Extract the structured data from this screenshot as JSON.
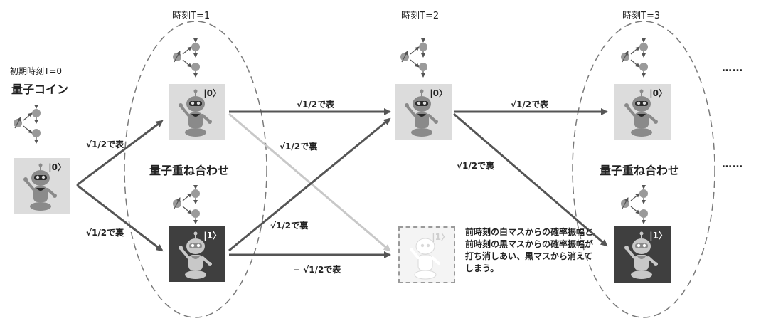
{
  "labels": {
    "initial_time": "初期時刻T=0",
    "quantum_coin": "量子コイン",
    "time_t1": "時刻T=1",
    "time_t2": "時刻T=2",
    "time_t3": "時刻T=3",
    "superposition_1": "量子重ね合わせ",
    "superposition_3": "量子重ね合わせ",
    "ellipsis_top": "……",
    "ellipsis_mid": "……"
  },
  "states": {
    "ket0": "|0〉",
    "ket1": "|1〉"
  },
  "amplitudes": {
    "t0_to_heads": "√1/2で表",
    "t0_to_tails": "√1/2で裏",
    "t1_0_to_heads": "√1/2で表",
    "t1_0_to_tails": "√1/2で裏",
    "t1_1_to_heads": "√1/2で裏",
    "t1_1_to_tails": "− √1/2で表",
    "t2_0_to_heads": "√1/2で表",
    "t2_0_to_tails": "√1/2で裏"
  },
  "note": "前時刻の白マスからの確率振幅と前時刻の黒マスからの確率振幅が打ち消しあい、黒マスから消えてしまう。",
  "colors": {
    "light_square": "#dcdcdc",
    "dark_square": "#3f3f3f",
    "arrow": "#555555",
    "faded_arrow": "#c8c8c8",
    "ellipse_dash": "#7a7a7a"
  }
}
